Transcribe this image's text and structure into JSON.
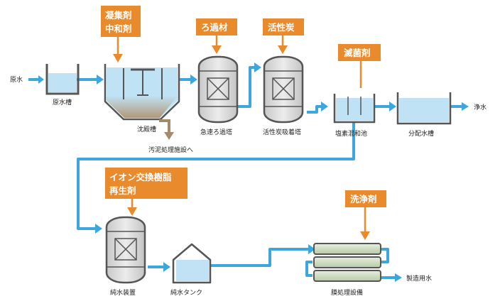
{
  "colors": {
    "pipe": "#3da6dc",
    "tag": "#e98a2c",
    "water": "#bfe2f4",
    "tank_outline": "#555555",
    "vessel_fill": "#d9d9d9",
    "sludge": "#a48a6a"
  },
  "tags": {
    "coagulant_1": "凝集剤",
    "coagulant_2": "中和剤",
    "filter_media": "ろ過材",
    "activated_carbon": "活性炭",
    "disinfectant": "滅菌剤",
    "ion_resin_1": "イオン交換樹脂",
    "ion_resin_2": "再生剤",
    "cleaner": "洗浄剤"
  },
  "labels": {
    "raw_water_in": "原水",
    "raw_water_tank": "原水槽",
    "sedimentation_tank": "沈殿槽",
    "sludge_facility": "汚泥処理施設へ",
    "rapid_filter_tower": "急速ろ過塔",
    "carbon_adsorption_tower": "活性炭吸着塔",
    "chlorine_mixing_pond": "塩素混和池",
    "distribution_tank": "分配水槽",
    "clean_water_out": "浄水",
    "pure_water_unit": "純水装置",
    "pure_water_tank": "純水タンク",
    "membrane_unit": "膜処理設備",
    "process_water_out": "製造用水"
  }
}
